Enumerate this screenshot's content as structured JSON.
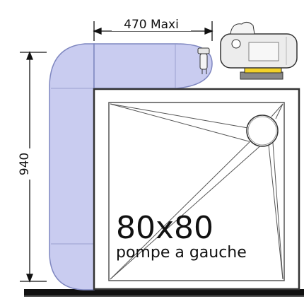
{
  "diagram": {
    "width_dimension": "470 Maxi",
    "height_dimension": "940",
    "size_label": "80x80",
    "pump_side_label": "pompe a gauche"
  },
  "colors": {
    "duct_fill": "#c9ccf0",
    "duct_stroke": "#7f87c0",
    "line": "#222222",
    "floor": "#111111",
    "pump_base": "#f2d22a"
  }
}
